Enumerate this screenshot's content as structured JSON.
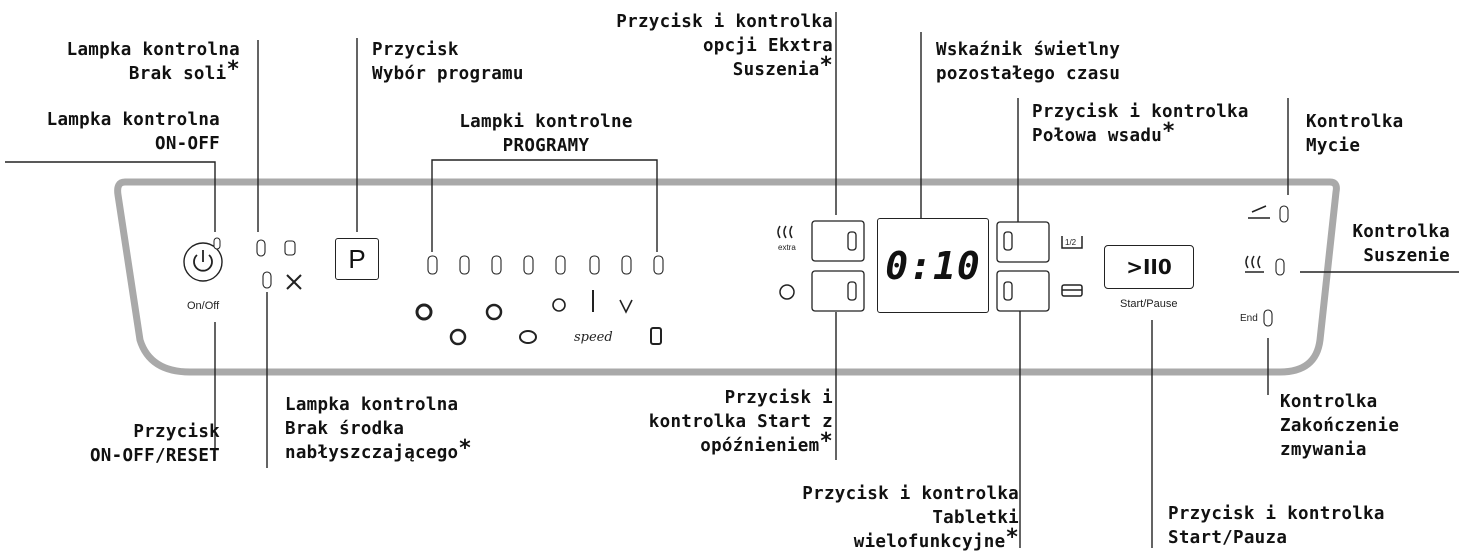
{
  "labels": {
    "on_off_lamp": "Lampka kontrolna\nON-OFF",
    "salt_lamp": "Lampka kontrolna\nBrak soli",
    "program_button": "Przycisk\nWybór programu",
    "program_lamps": "Lampki kontrolne\nPROGRAMY",
    "extra_dry": "Przycisk i kontrolka\nopcji Ekxtra\nSuszenia",
    "time_display": "Wskaźnik świetlny\npozostałego czasu",
    "half_load": "Przycisk i kontrolka\nPołowa wsadu",
    "wash_indicator": "Kontrolka\nMycie",
    "dry_indicator": "Kontrolka\nSuszenie",
    "end_indicator": "Kontrolka\nZakończenie\nzmywania",
    "onoff_reset": "Przycisk\nON-OFF/RESET",
    "rinse_aid_lamp": "Lampka kontrolna\nBrak środka\nnabłyszczającego",
    "delay_start": "Przycisk i\nkontrolka Start z\nopóźnieniem",
    "tablets": "Przycisk i kontrolka\nTabletki\nwielofunkcyjne",
    "start_pause": "Przycisk i kontrolka\nStart/Pauza"
  },
  "asterisk": "*",
  "panel": {
    "onoff_caption": "On/Off",
    "program_button_letter": "P",
    "display_value": "0:10",
    "start_pause_caption": "Start/Pause",
    "start_button_glyph": ">II0",
    "end_caption": "End",
    "extra_caption": "extra",
    "half_caption": "1/2",
    "speed_caption": "speed"
  }
}
